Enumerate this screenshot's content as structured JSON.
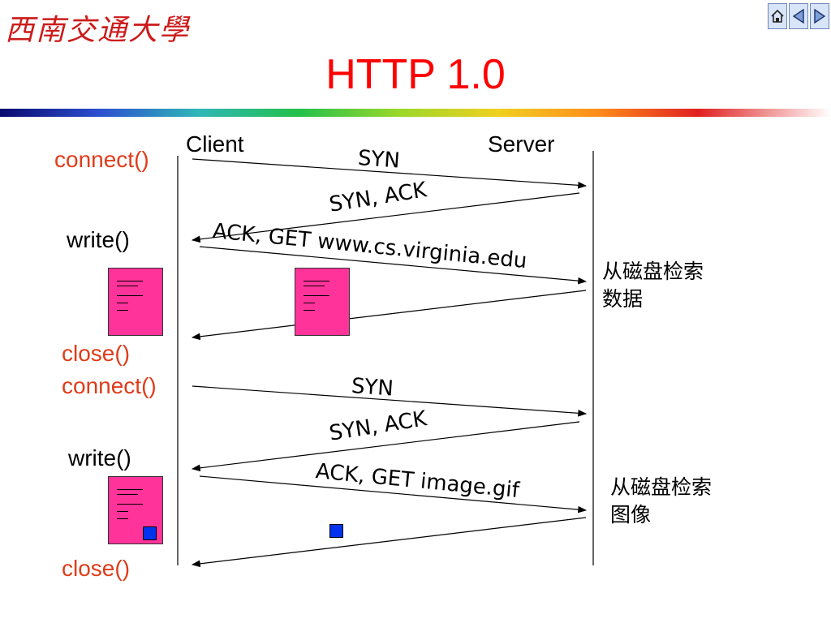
{
  "header": {
    "logo_text": "西南交通大學",
    "nav": {
      "home_icon": "home-icon",
      "prev_icon": "triangle-left-icon",
      "next_icon": "triangle-right-icon"
    }
  },
  "slide": {
    "title": "HTTP 1.0",
    "title_color": "#ff0000"
  },
  "diagram": {
    "client_label": "Client",
    "server_label": "Server",
    "client_calls": [
      "connect()",
      "write()",
      "close()",
      "connect()",
      "write()",
      "close()"
    ],
    "messages": [
      "SYN",
      "SYN, ACK",
      "ACK, GET www.cs.virginia.edu",
      "SYN",
      "SYN, ACK",
      "ACK, GET image.gif"
    ],
    "server_notes": [
      {
        "line1": "从磁盘检索",
        "line2": "数据"
      },
      {
        "line1": "从磁盘检索",
        "line2": "图像"
      }
    ],
    "colors": {
      "call_red": "#e03c1a",
      "document_pink": "#ff3399",
      "image_blue": "#0033ee"
    }
  }
}
